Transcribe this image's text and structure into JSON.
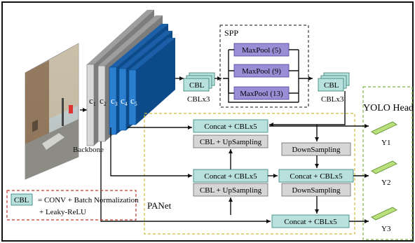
{
  "colors": {
    "frame": "#111111",
    "teal": "#b8e0dc",
    "teal_stroke": "#2f7f7a",
    "gray_box": "#d6d6d6",
    "gray_stroke": "#666666",
    "purple": "#9a8fd6",
    "purple_stroke": "#4b3f9c",
    "blue_layer": "#1f6fc0",
    "blue_dark": "#0d4a8a",
    "gray_layer": "#c8c8c8",
    "yellow_dash": "#d7b83a",
    "green_dash": "#7cb342",
    "red_dash": "#c0392b",
    "output_green": "#b9e07a"
  },
  "backbone": {
    "label": "Backbone",
    "stages": [
      "c",
      "c",
      "c",
      "c",
      "c"
    ],
    "subscripts": [
      "1",
      "2",
      "3",
      "4",
      "5"
    ]
  },
  "cbl_left": {
    "box": "CBL",
    "caption": "CBLx3"
  },
  "spp": {
    "title": "SPP",
    "pools": [
      "MaxPool (5)",
      "MaxPool (9)",
      "MaxPool (13)"
    ]
  },
  "cbl_right": {
    "box": "CBL",
    "caption": "CBLx3"
  },
  "head": {
    "title": "YOLO Head",
    "outputs": [
      "Y1",
      "Y2",
      "Y3"
    ]
  },
  "panet": {
    "title": "PANet",
    "concat_top": "Concat + CBLx5",
    "upsample_top": "CBL + UpSampling",
    "downsample_top": "DownSampling",
    "concat_mid_left": "Concat + CBLx5",
    "upsample_mid": "CBL + UpSampling",
    "concat_mid_right": "Concat + CBLx5",
    "downsample_mid": "DownSampling",
    "concat_bottom": "Concat + CBLx5"
  },
  "legend": {
    "box": "CBL",
    "line1": "= CONV + Batch Normalization",
    "line2": "+ Leaky-ReLU"
  }
}
